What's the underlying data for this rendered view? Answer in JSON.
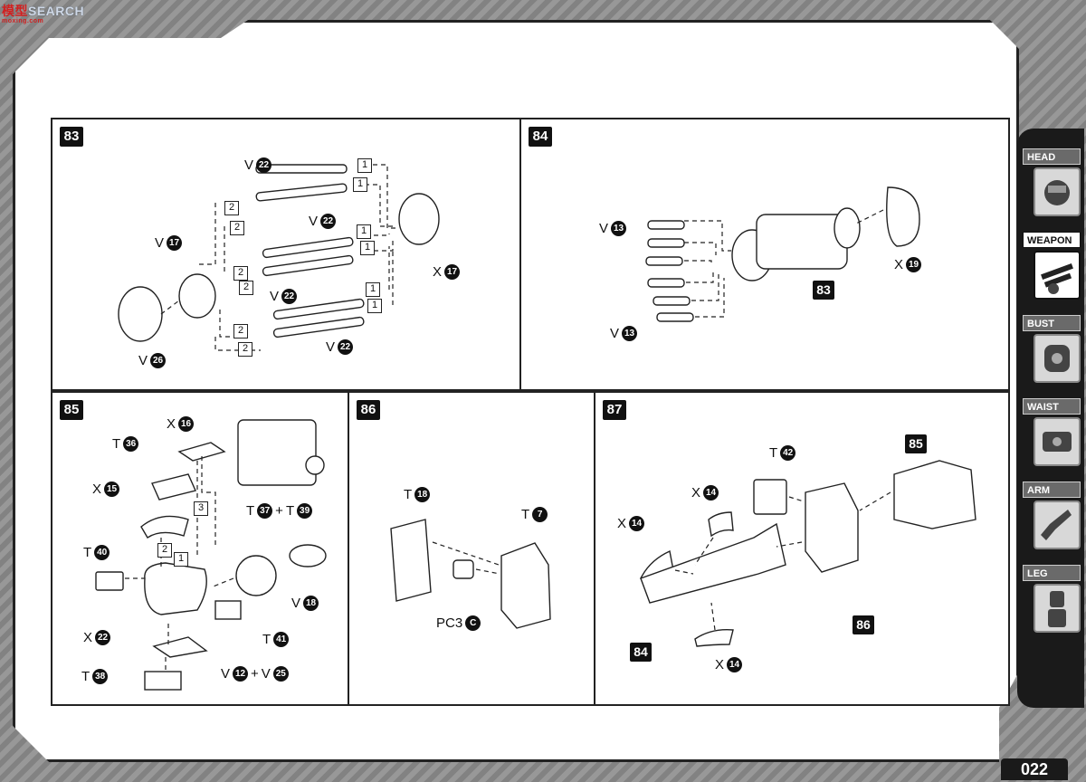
{
  "watermark": {
    "cn": "模型",
    "en": "SEARCH",
    "url": "moxing.com"
  },
  "page_number": "022",
  "side_tabs": [
    {
      "label": "HEAD",
      "active": false,
      "icon": "head-icon"
    },
    {
      "label": "WEAPON",
      "active": true,
      "icon": "weapon-icon"
    },
    {
      "label": "BUST",
      "active": false,
      "icon": "bust-icon"
    },
    {
      "label": "WAIST",
      "active": false,
      "icon": "waist-icon"
    },
    {
      "label": "ARM",
      "active": false,
      "icon": "arm-icon"
    },
    {
      "label": "LEG",
      "active": false,
      "icon": "leg-icon"
    }
  ],
  "steps": {
    "s83": {
      "num": "83",
      "parts": [
        {
          "letter": "V",
          "n": "22"
        },
        {
          "letter": "V",
          "n": "22"
        },
        {
          "letter": "V",
          "n": "17"
        },
        {
          "letter": "X",
          "n": "17"
        },
        {
          "letter": "V",
          "n": "22"
        },
        {
          "letter": "V",
          "n": "22"
        },
        {
          "letter": "V",
          "n": "26"
        }
      ],
      "seq": [
        "1",
        "1",
        "2",
        "2",
        "1",
        "1",
        "2",
        "2",
        "1",
        "1",
        "2",
        "2"
      ]
    },
    "s84": {
      "num": "84",
      "parts": [
        {
          "letter": "V",
          "n": "13"
        },
        {
          "letter": "X",
          "n": "19"
        },
        {
          "letter": "V",
          "n": "13"
        }
      ],
      "ref": "83"
    },
    "s85": {
      "num": "85",
      "parts": [
        {
          "letter": "X",
          "n": "16"
        },
        {
          "letter": "T",
          "n": "36"
        },
        {
          "letter": "X",
          "n": "15"
        },
        {
          "letter": "T",
          "n": "37"
        },
        {
          "letter": "T",
          "n": "39"
        },
        {
          "letter": "T",
          "n": "40"
        },
        {
          "letter": "V",
          "n": "18"
        },
        {
          "letter": "T",
          "n": "41"
        },
        {
          "letter": "X",
          "n": "22"
        },
        {
          "letter": "V",
          "n": "12"
        },
        {
          "letter": "V",
          "n": "25"
        },
        {
          "letter": "T",
          "n": "38"
        }
      ],
      "plus": "+",
      "seq": [
        "3",
        "2",
        "1"
      ]
    },
    "s86": {
      "num": "86",
      "parts": [
        {
          "letter": "T",
          "n": "18"
        },
        {
          "letter": "T",
          "n": "7"
        },
        {
          "letter": "PC3",
          "n": "C"
        }
      ]
    },
    "s87": {
      "num": "87",
      "parts": [
        {
          "letter": "T",
          "n": "42"
        },
        {
          "letter": "X",
          "n": "14"
        },
        {
          "letter": "X",
          "n": "14"
        },
        {
          "letter": "X",
          "n": "14"
        }
      ],
      "refs": [
        "85",
        "84",
        "86"
      ]
    }
  }
}
